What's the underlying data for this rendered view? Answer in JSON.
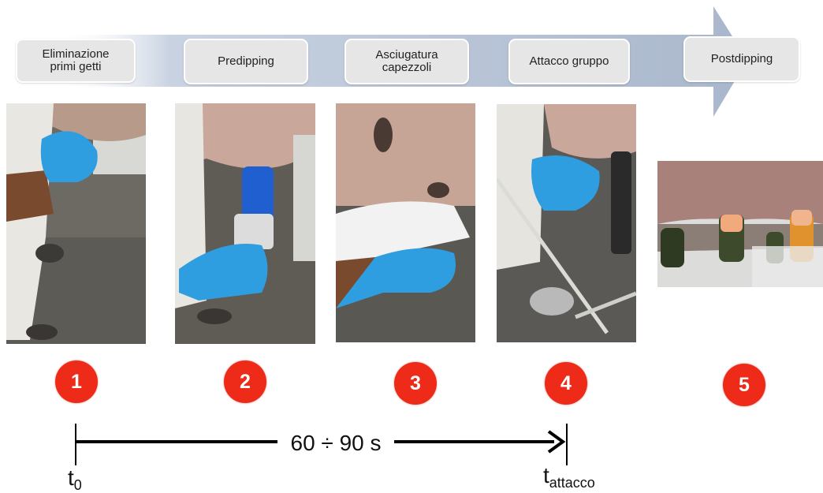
{
  "steps": [
    {
      "number": "1",
      "label": "Eliminazione\nprimi getti"
    },
    {
      "number": "2",
      "label": "Predipping"
    },
    {
      "number": "3",
      "label": "Asciugatura\ncapezzoli"
    },
    {
      "number": "4",
      "label": "Attacco gruppo"
    },
    {
      "number": "5",
      "label": "Postdipping"
    }
  ],
  "timeline": {
    "duration": "60 ÷ 90 s",
    "start_symbol": "t",
    "start_subscript": "0",
    "end_symbol": "t",
    "end_subscript": "attacco"
  },
  "colors": {
    "arrow": "#b7c3d6",
    "badge": "#ee2a18",
    "label_bg": "#e6e6e6",
    "glove": "#2f9ee0"
  }
}
